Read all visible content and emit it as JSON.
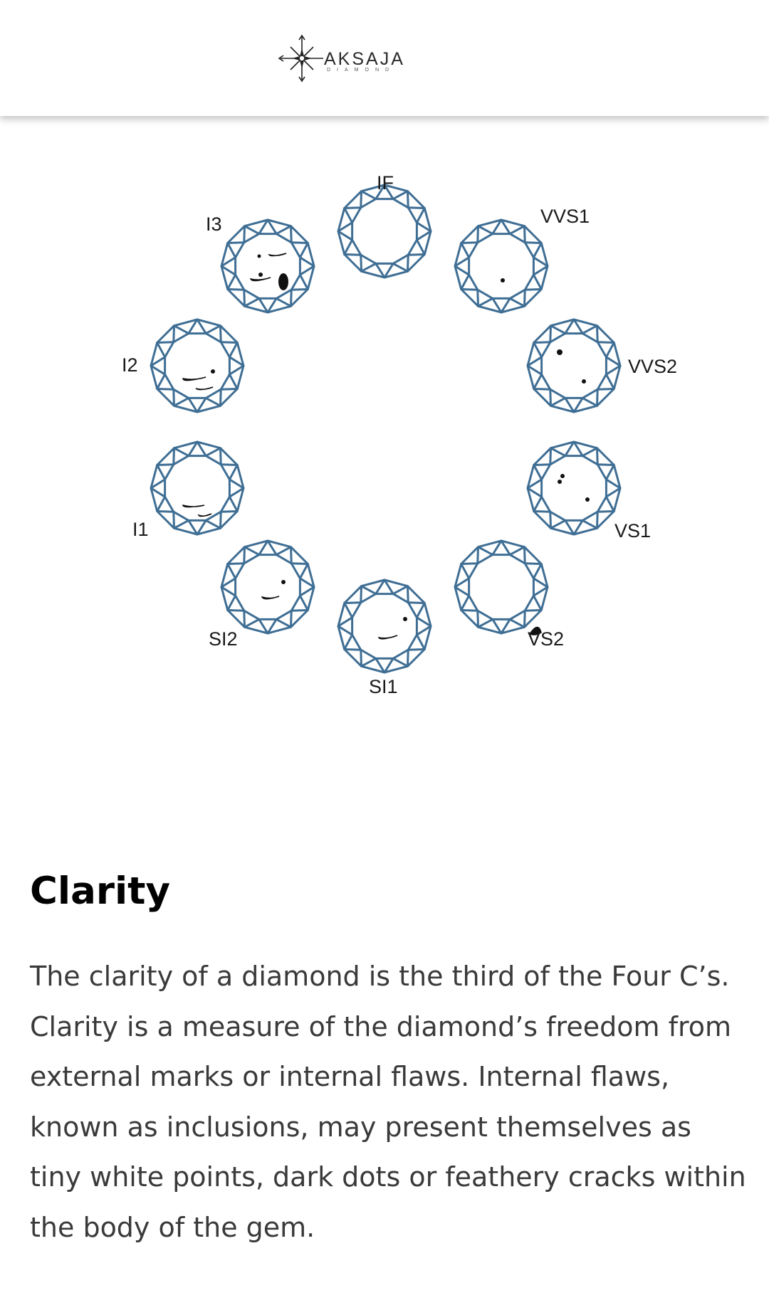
{
  "header": {
    "logo_name": "AKSAJA",
    "logo_sub": "DIAMOND",
    "logo_icon": "compass-star-icon"
  },
  "clarity_chart": {
    "icon": "diamond-top-view-icon",
    "outline_color": "#3f6e94",
    "inclusion_color": "#111111",
    "grades": [
      "IF",
      "VVS1",
      "VVS2",
      "VS1",
      "VS2",
      "SI1",
      "SI2",
      "I1",
      "I2",
      "I3"
    ]
  },
  "section": {
    "title": "Clarity",
    "body": "The clarity of a diamond is the third of the Four C’s. Clarity is a measure of the diamond’s freedom from external marks or internal flaws. Internal flaws, known as inclusions, may present themselves as tiny white points, dark dots or feathery cracks within the body of the gem."
  }
}
